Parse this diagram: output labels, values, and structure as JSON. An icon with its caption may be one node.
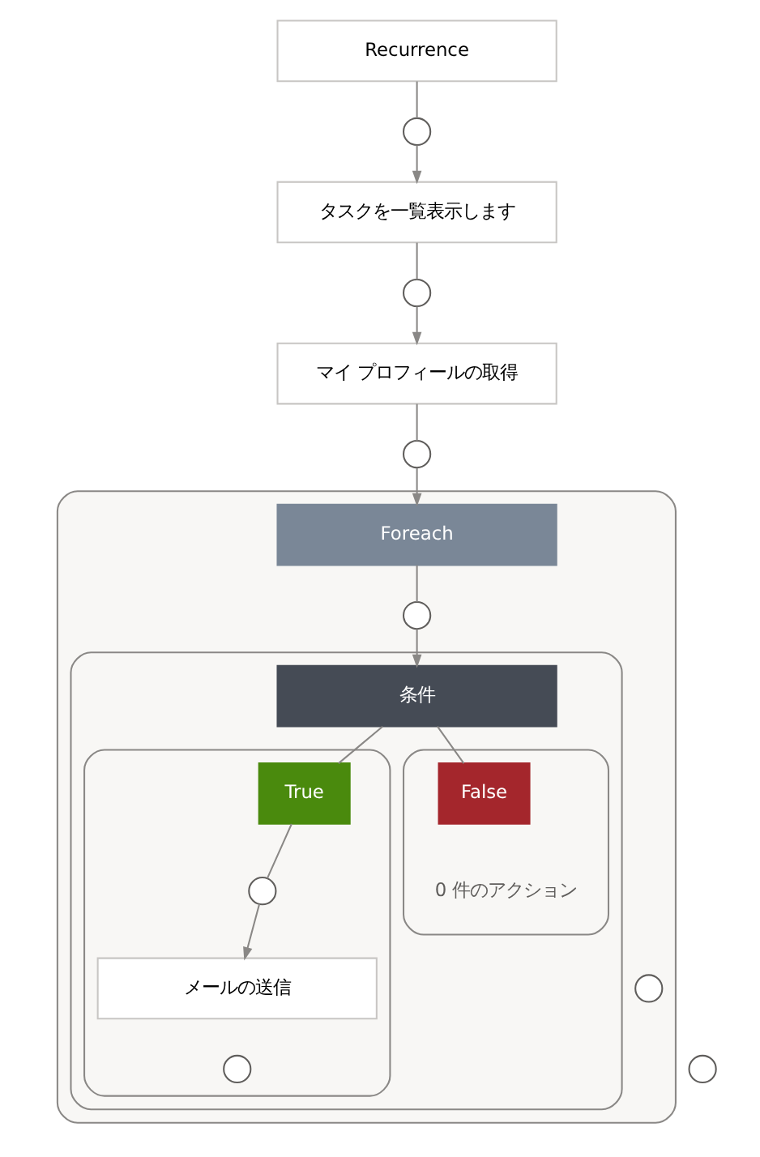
{
  "diagram": {
    "nodes": [
      {
        "text": [
          "Recurrence"
        ]
      },
      {
        "text": [],
        "shape": "circle"
      },
      {
        "text": [
          "タスクを一覧表示します"
        ]
      },
      {
        "text": [],
        "shape": "circle"
      },
      {
        "text": [
          "マイ プロフィールの取得"
        ]
      },
      {
        "text": [],
        "shape": "circle"
      },
      {
        "text": [],
        "shape": "box"
      },
      {
        "text": [
          "Foreach"
        ],
        "in": 6
      },
      {
        "text": [],
        "shape": "circle",
        "in": 6
      },
      {
        "text": [],
        "shape": "box",
        "in": 6
      },
      {
        "text": [
          "条件"
        ],
        "in": 9
      },
      {
        "text": [],
        "shape": "box",
        "in": 9
      },
      {
        "text": [
          "True"
        ],
        "in": 11
      },
      {
        "text": [],
        "shape": "circle",
        "in": 11
      },
      {
        "text": [
          "メールの送信"
        ],
        "in": 11
      },
      {
        "text": [],
        "shape": "circle",
        "in": 11
      },
      {
        "text": [],
        "shape": "box",
        "in": 9
      },
      {
        "text": [
          "False"
        ],
        "in": 16
      },
      {
        "text": [
          "0 件のアクション"
        ],
        "in": 16
      },
      {
        "text": [],
        "shape": "circle",
        "in": 6
      },
      {
        "text": [],
        "shape": "circle"
      }
    ],
    "edges": [
      {
        "from": 0,
        "to": 1,
        "arrow": "none"
      },
      {
        "from": 1,
        "to": 2,
        "arrow": "to"
      },
      {
        "from": 2,
        "to": 3,
        "arrow": "none"
      },
      {
        "from": 3,
        "to": 4,
        "arrow": "to"
      },
      {
        "from": 4,
        "to": 5,
        "arrow": "none"
      },
      {
        "from": 5,
        "to": 7,
        "arrow": "to"
      },
      {
        "from": 7,
        "to": 8,
        "arrow": "none"
      },
      {
        "from": 8,
        "to": 10,
        "arrow": "to"
      },
      {
        "from": 10,
        "to": 12,
        "arrow": "none"
      },
      {
        "from": 10,
        "to": 17,
        "arrow": "none"
      },
      {
        "from": 12,
        "to": 13,
        "arrow": "none"
      },
      {
        "from": 13,
        "to": 14,
        "arrow": "to"
      }
    ]
  }
}
